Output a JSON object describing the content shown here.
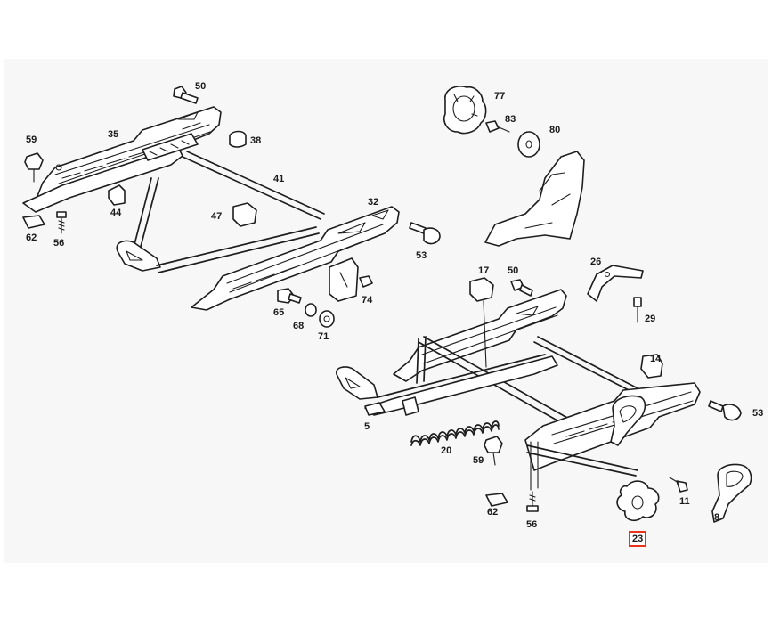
{
  "highlight_color": "#e8341c",
  "labels": {
    "l50a": "50",
    "l77": "77",
    "l35": "35",
    "l38": "38",
    "l83": "83",
    "l59a": "59",
    "l80": "80",
    "l41": "41",
    "l44": "44",
    "l47": "47",
    "l32": "32",
    "l62a": "62",
    "l56a": "56",
    "l53a": "53",
    "l26": "26",
    "l65": "65",
    "l17": "17",
    "l50b": "50",
    "l74": "74",
    "l68": "68",
    "l29": "29",
    "l71": "71",
    "l14": "14",
    "l53b": "53",
    "l5": "5",
    "l20": "20",
    "l59b": "59",
    "l11": "11",
    "l62b": "62",
    "l8": "8",
    "l56b": "56",
    "l23": "23"
  }
}
